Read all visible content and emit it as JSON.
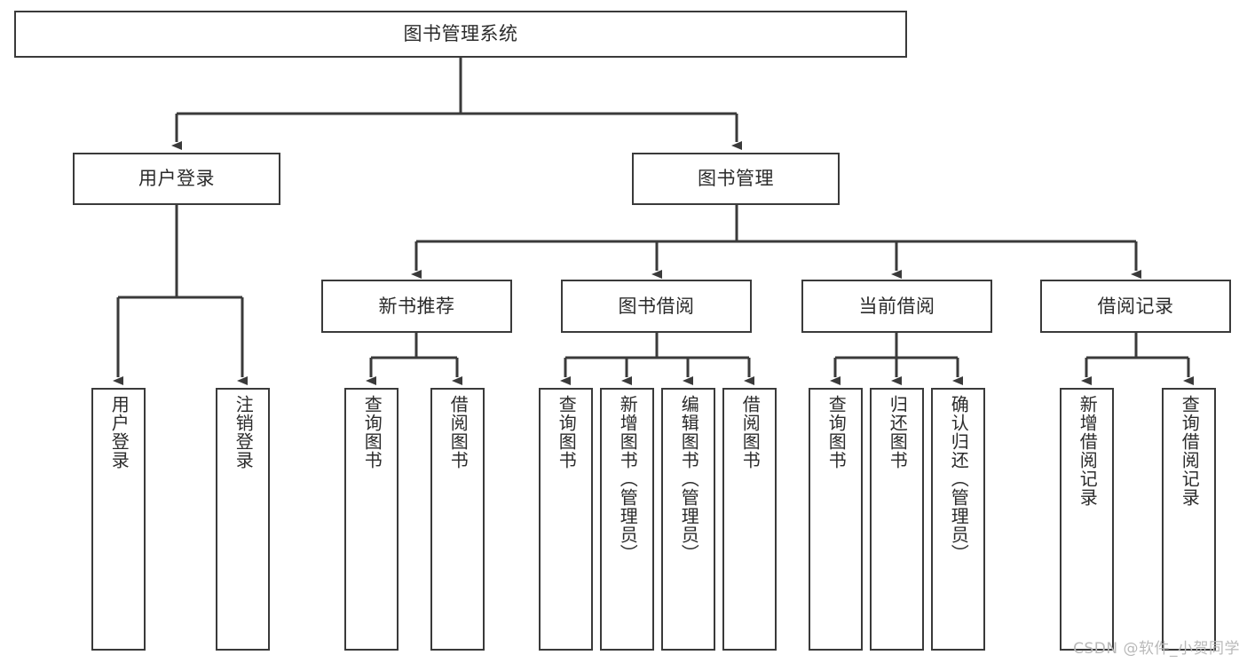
{
  "diagram": {
    "type": "tree-hierarchy",
    "title": "图书管理系统",
    "watermark": "CSDN @软件_小贺同学",
    "colors": {
      "box_border": "#3a3a3a",
      "box_fill": "#ffffff",
      "line": "#3a3a3a",
      "text": "#2b2b2b",
      "watermark": "#b9b9b9",
      "background": "#ffffff"
    },
    "root": {
      "label": "图书管理系统"
    },
    "level2": [
      {
        "label": "用户登录"
      },
      {
        "label": "图书管理"
      }
    ],
    "level3": [
      {
        "label": "新书推荐"
      },
      {
        "label": "图书借阅"
      },
      {
        "label": "当前借阅"
      },
      {
        "label": "借阅记录"
      }
    ],
    "leaves": {
      "user_login": [
        {
          "label": "用户登录"
        },
        {
          "label": "注销登录"
        }
      ],
      "new_book_recommend": [
        {
          "label": "查询图书"
        },
        {
          "label": "借阅图书"
        }
      ],
      "book_borrow": [
        {
          "label": "查询图书"
        },
        {
          "label": "新增图书（管理员）"
        },
        {
          "label": "编辑图书（管理员）"
        },
        {
          "label": "借阅图书"
        }
      ],
      "current_borrow": [
        {
          "label": "查询图书"
        },
        {
          "label": "归还图书"
        },
        {
          "label": "确认归还（管理员）"
        }
      ],
      "borrow_record": [
        {
          "label": "新增借阅记录"
        },
        {
          "label": "查询借阅记录"
        }
      ]
    }
  }
}
